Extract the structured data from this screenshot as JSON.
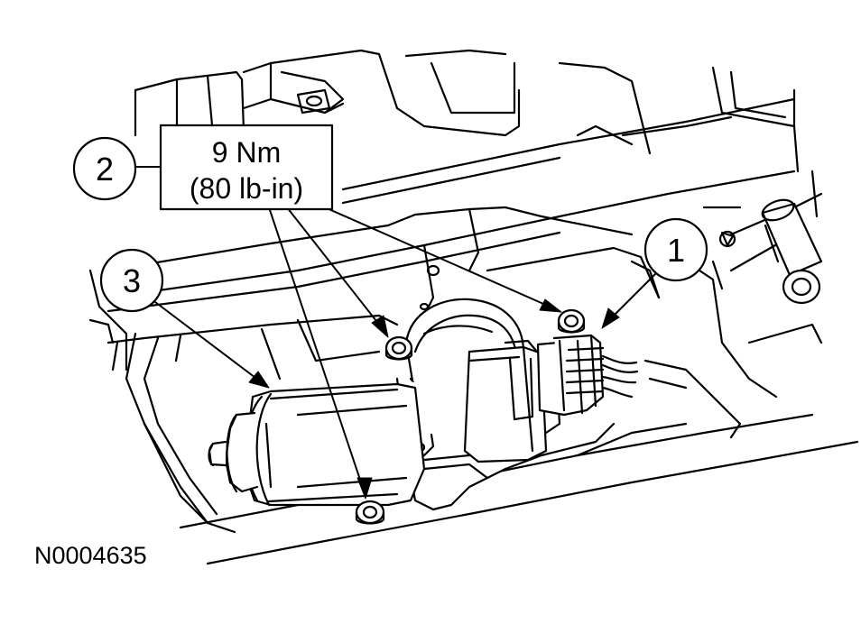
{
  "callouts": [
    {
      "number": "1"
    },
    {
      "number": "2"
    },
    {
      "number": "3"
    }
  ],
  "torque": {
    "metric": "9 Nm",
    "imperial": "(80 lb-in)"
  },
  "figure_id": "N0004635",
  "colors": {
    "line": "#000000",
    "background": "#ffffff"
  }
}
